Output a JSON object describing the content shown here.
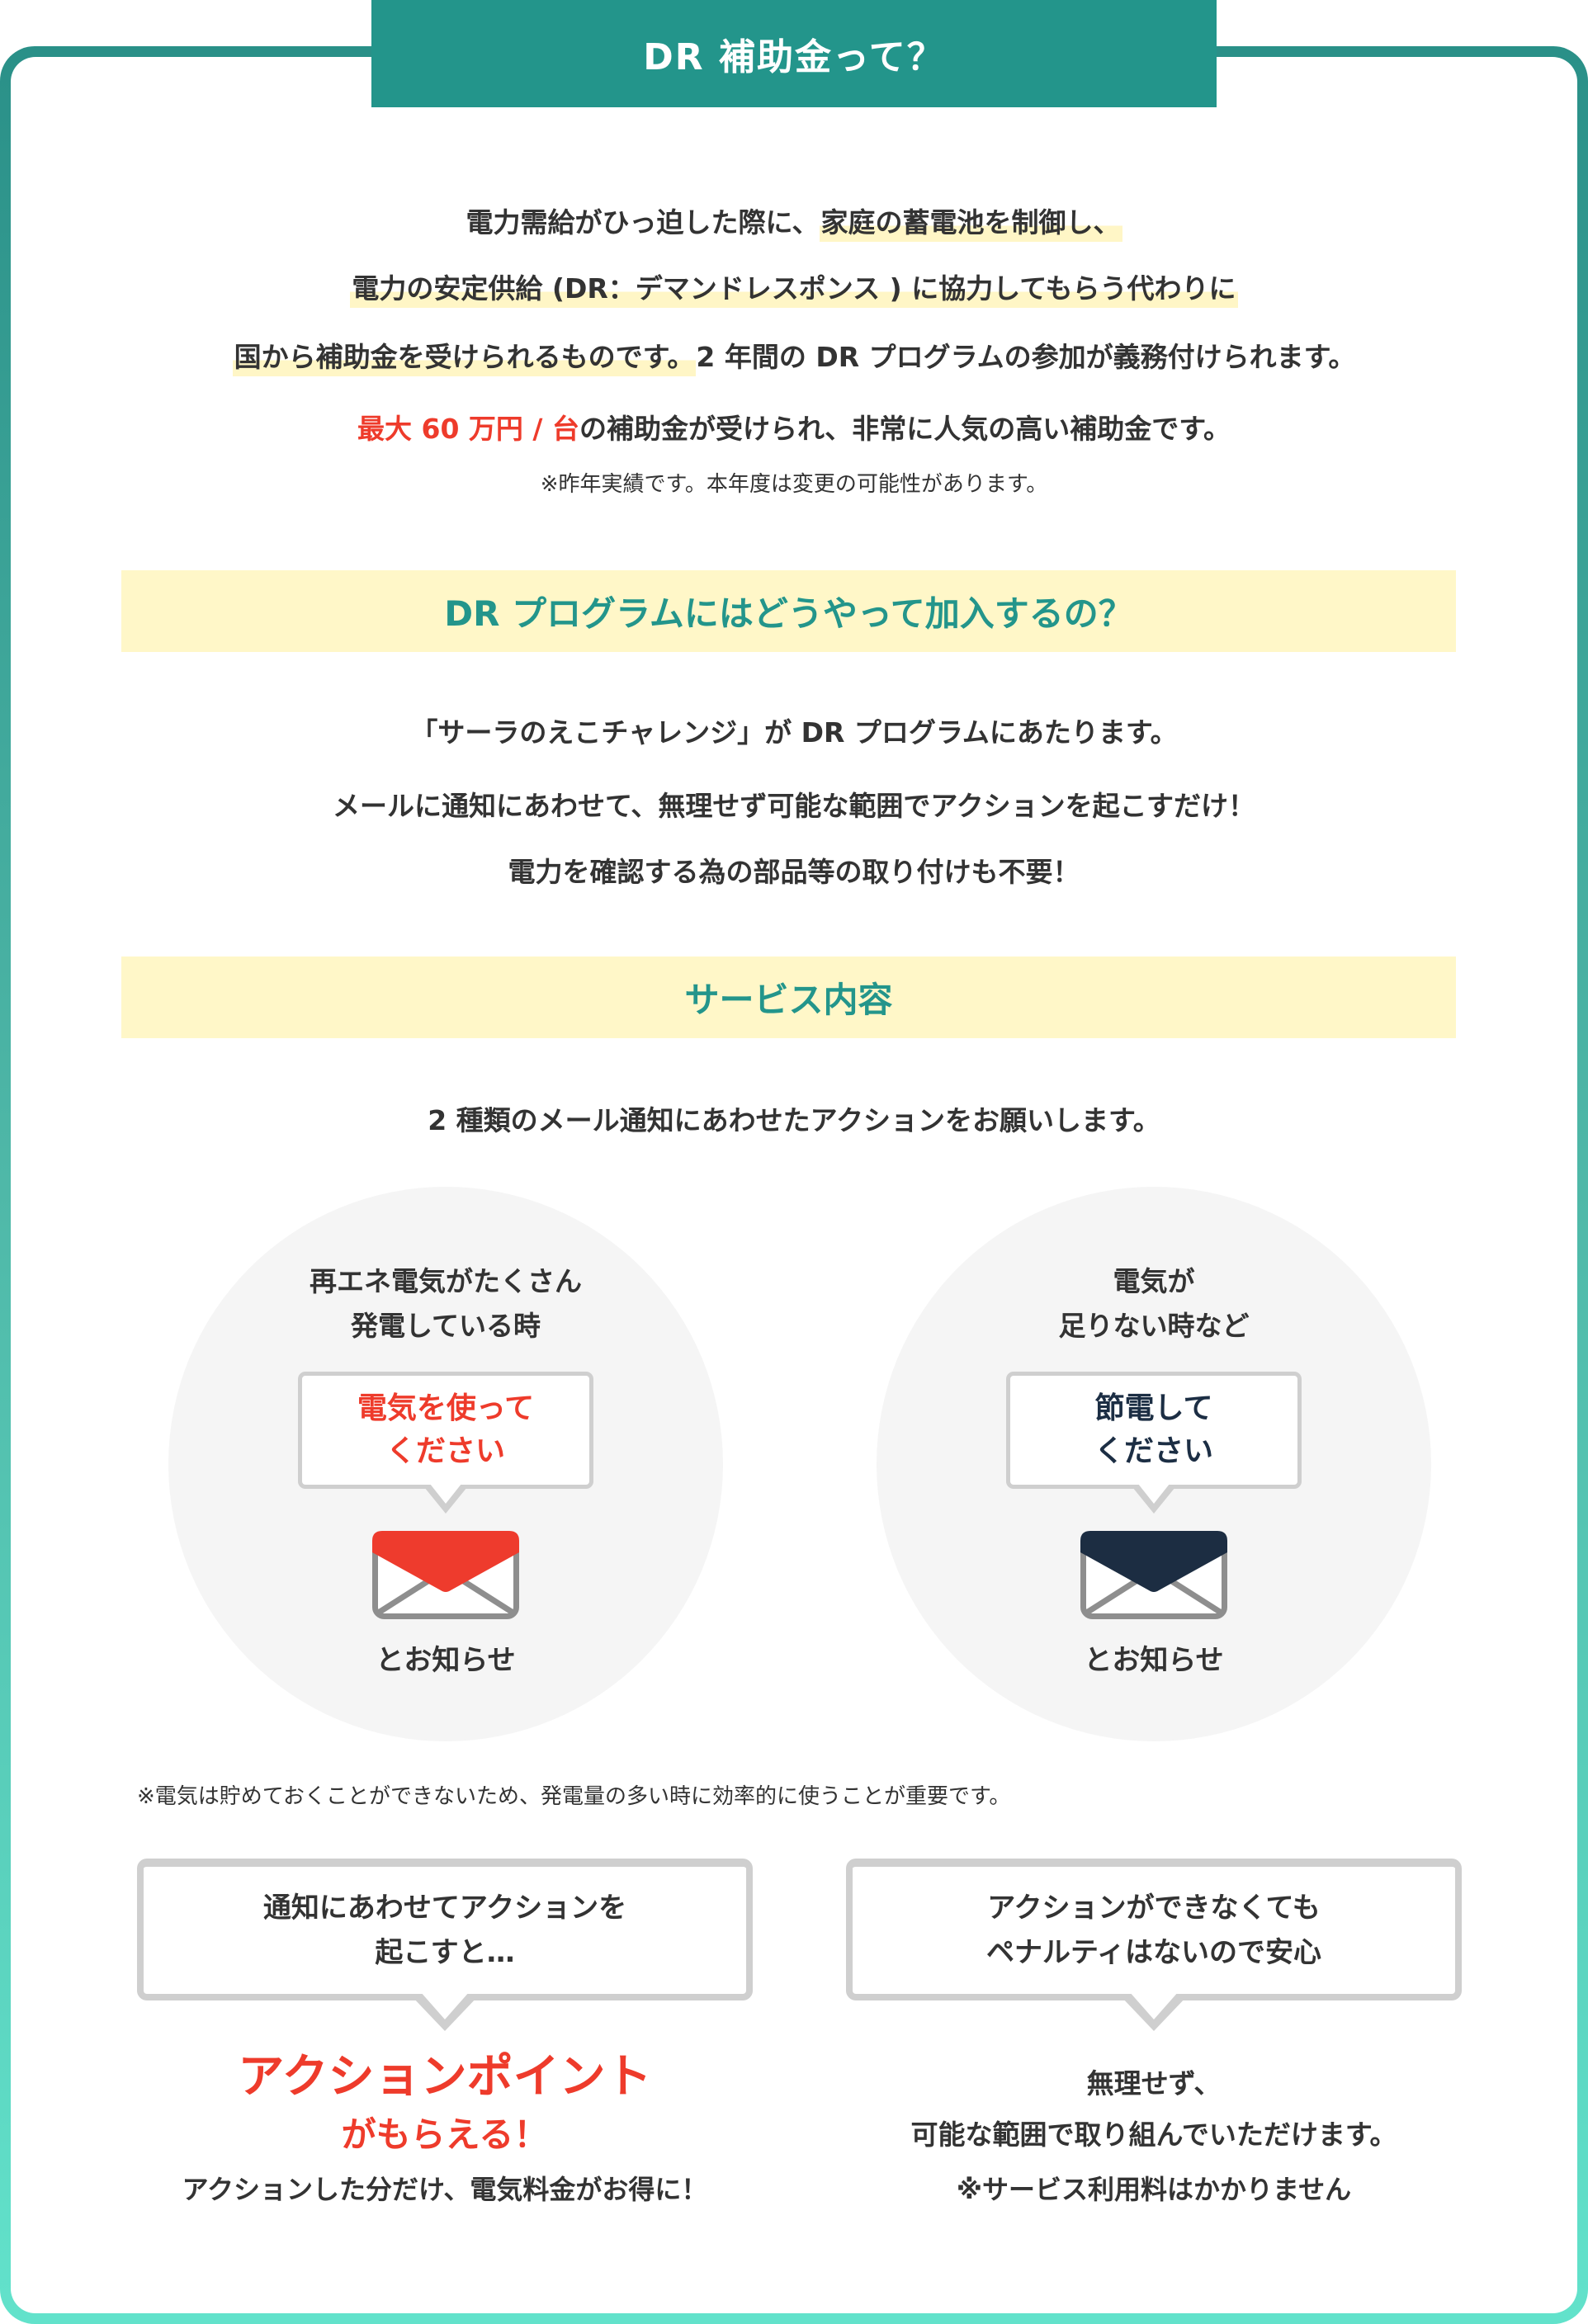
{
  "header": {
    "title": "DR 補助金って？"
  },
  "intro": {
    "line1_plain": "電力需給がひっ迫した際に、",
    "line1_highlight": "家庭の蓄電池を制御し、",
    "line2_highlight": "電力の安定供給 (DR：デマンドレスポンス ) に協力してもらう代わりに",
    "line3_highlight": "国から補助金を受けられるものです。",
    "line3_plain": "2 年間の DR プログラムの参加が義務付けられます。",
    "line4_red": "最大 60 万円 / 台",
    "line4_plain": "の補助金が受けられ、非常に人気の高い補助金です。",
    "note": "※昨年実績です。本年度は変更の可能性があります。"
  },
  "section_join": {
    "heading": "DR プログラムにはどうやって加入するの？",
    "lines": [
      "「サーラのえこチャレンジ」が DR プログラムにあたります。",
      "メールに通知にあわせて、無理せず可能な範囲でアクションを起こすだけ！",
      "電力を確認する為の部品等の取り付けも不要！"
    ]
  },
  "section_service": {
    "heading": "サービス内容",
    "lead": "2 種類のメール通知にあわせたアクションをお願いします。",
    "cards": [
      {
        "title_line1": "再エネ電気がたくさん",
        "title_line2": "発電している時",
        "bubble_line1": "電気を使って",
        "bubble_line2": "ください",
        "bubble_color": "#ee3b2b",
        "icon": "envelope-icon",
        "envelope_flap_color": "#ee3b2d",
        "footer": "とお知らせ"
      },
      {
        "title_line1": "電気が",
        "title_line2": "足りない時など",
        "bubble_line1": "節電して",
        "bubble_line2": "ください",
        "bubble_color": "#1c2e44",
        "icon": "envelope-icon",
        "envelope_flap_color": "#1c2d42",
        "footer": "とお知らせ"
      }
    ],
    "note": "※電気は貯めておくことができないため、発電量の多い時に効率的に使うことが重要です。",
    "benefits": [
      {
        "bubble_line1": "通知にあわせてアクションを",
        "bubble_line2": "起こすと…",
        "big_red": "アクションポイント",
        "mid_red": "がもらえる！",
        "sub": "アクションした分だけ、電気料金がお得に！"
      },
      {
        "bubble_line1": "アクションができなくても",
        "bubble_line2": "ペナルティはないので安心",
        "line1": "無理せず、",
        "line2": "可能な範囲で取り組んでいただけます。",
        "sub": "※サービス利用料はかかりません"
      }
    ]
  },
  "colors": {
    "teal": "#23958b",
    "border_top": "#2a9088",
    "border_bottom": "#62e2cb",
    "yellow": "#fff7c8",
    "red": "#ee3b2b",
    "navy": "#1c2e44",
    "circle_bg": "#f5f5f5",
    "bubble_border": "#cfcfcf"
  }
}
